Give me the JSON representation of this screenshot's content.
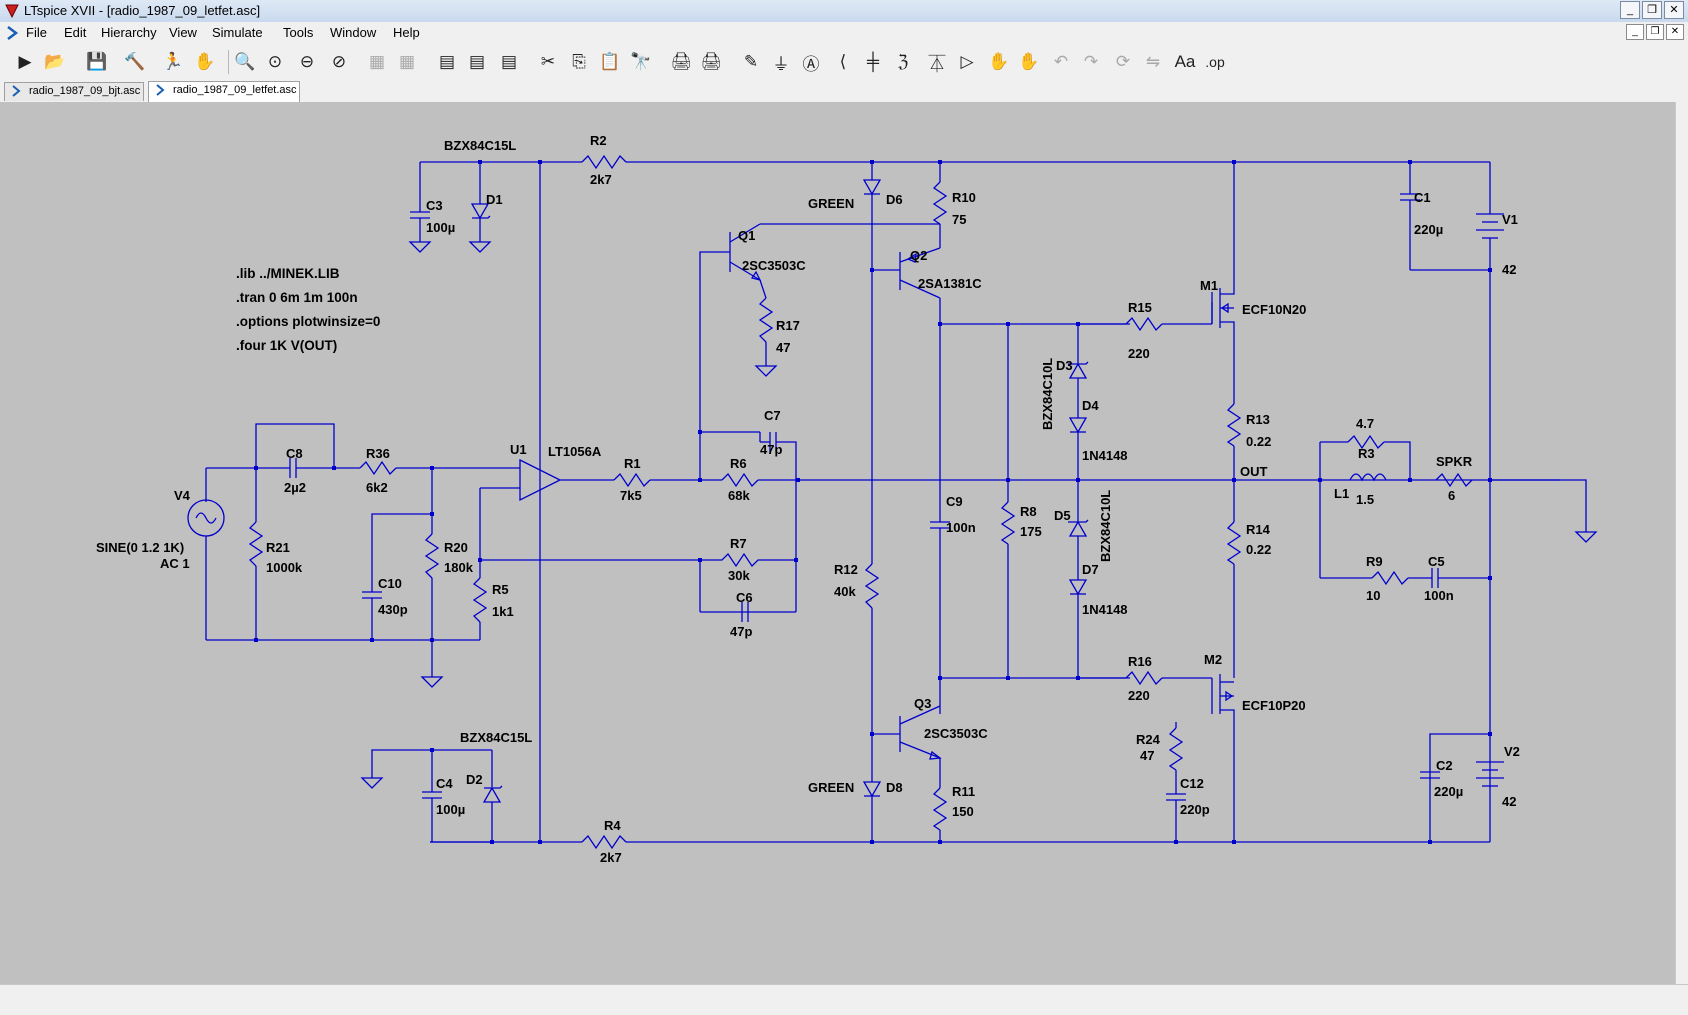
{
  "window": {
    "title": "LTspice XVII - [radio_1987_09_letfet.asc]"
  },
  "menu": [
    "File",
    "Edit",
    "Hierarchy",
    "View",
    "Simulate",
    "Tools",
    "Window",
    "Help"
  ],
  "tabs": [
    {
      "label": "radio_1987_09_bjt.asc",
      "active": false
    },
    {
      "label": "radio_1987_09_letfet.asc",
      "active": true
    }
  ],
  "directives": [
    ".lib ../MINEK.LIB",
    ".tran 0 6m 1m 100n",
    ".options plotwinsize=0",
    ".four 1K V(OUT)"
  ],
  "components": [
    {
      "ref": "R2",
      "value": "2k7"
    },
    {
      "ref": "D1",
      "value": "BZX84C15L"
    },
    {
      "ref": "C3",
      "value": "100µ"
    },
    {
      "ref": "D6",
      "value": "GREEN"
    },
    {
      "ref": "R10",
      "value": "75"
    },
    {
      "ref": "Q1",
      "value": "2SC3503C"
    },
    {
      "ref": "Q2",
      "value": "2SA1381C"
    },
    {
      "ref": "R17",
      "value": "47"
    },
    {
      "ref": "C1",
      "value": "220µ"
    },
    {
      "ref": "V1",
      "value": "42"
    },
    {
      "ref": "M1",
      "value": "ECF10N20"
    },
    {
      "ref": "R15",
      "value": "220"
    },
    {
      "ref": "D3",
      "value": "BZX84C10L"
    },
    {
      "ref": "D4",
      "value": "1N4148"
    },
    {
      "ref": "R13",
      "value": "0.22"
    },
    {
      "ref": "C7",
      "value": "47p"
    },
    {
      "ref": "V4",
      "value": "SINE(0 1.2 1K)",
      "value2": "AC 1"
    },
    {
      "ref": "C8",
      "value": "2µ2"
    },
    {
      "ref": "R36",
      "value": "6k2"
    },
    {
      "ref": "U1",
      "value": "LT1056A"
    },
    {
      "ref": "R1",
      "value": "7k5"
    },
    {
      "ref": "R6",
      "value": "68k"
    },
    {
      "ref": "R3",
      "value": "4.7"
    },
    {
      "ref": "L1",
      "value": "1.5"
    },
    {
      "ref": "SPKR",
      "value": "6"
    },
    {
      "ref": "R21",
      "value": "1000k"
    },
    {
      "ref": "R20",
      "value": "180k"
    },
    {
      "ref": "C10",
      "value": "430p"
    },
    {
      "ref": "R5",
      "value": "1k1"
    },
    {
      "ref": "R7",
      "value": "30k"
    },
    {
      "ref": "C6",
      "value": "47p"
    },
    {
      "ref": "C9",
      "value": "100n"
    },
    {
      "ref": "R8",
      "value": "175"
    },
    {
      "ref": "D5",
      "value": "BZX84C10L"
    },
    {
      "ref": "D7",
      "value": "1N4148"
    },
    {
      "ref": "R14",
      "value": "0.22"
    },
    {
      "ref": "R9",
      "value": "10"
    },
    {
      "ref": "C5",
      "value": "100n"
    },
    {
      "ref": "R12",
      "value": "40k"
    },
    {
      "ref": "R16",
      "value": "220"
    },
    {
      "ref": "M2",
      "value": "ECF10P20"
    },
    {
      "ref": "Q3",
      "value": "2SC3503C"
    },
    {
      "ref": "R24",
      "value": "47"
    },
    {
      "ref": "C12",
      "value": "220p"
    },
    {
      "ref": "D2",
      "value": "BZX84C15L"
    },
    {
      "ref": "C4",
      "value": "100µ"
    },
    {
      "ref": "D8",
      "value": "GREEN"
    },
    {
      "ref": "R11",
      "value": "150"
    },
    {
      "ref": "C2",
      "value": "220µ"
    },
    {
      "ref": "V2",
      "value": "42"
    },
    {
      "ref": "R4",
      "value": "2k7"
    }
  ],
  "net_labels": {
    "out": "OUT"
  },
  "colors": {
    "wire": "#0000cc",
    "canvas": "#c0c0c0",
    "text": "#000000"
  },
  "icons": [
    "run-icon",
    "open-icon",
    "save-icon",
    "control-panel-icon",
    "halt-icon",
    "pan-icon",
    "zoom-in-icon",
    "zoom-full-icon",
    "zoom-out-icon",
    "zoom-cancel-icon",
    "tile-h-icon",
    "tile-v-icon",
    "cascade-icon",
    "window-icon",
    "window2-icon",
    "window3-icon",
    "cut-icon",
    "copy-icon",
    "paste-icon",
    "find-icon",
    "print-icon",
    "print-setup-icon",
    "draw-wire-icon",
    "ground-icon",
    "label-net-icon",
    "resistor-icon",
    "capacitor-icon",
    "inductor-icon",
    "diode-icon",
    "component-icon",
    "move-icon",
    "drag-icon",
    "undo-icon",
    "redo-icon",
    "rotate-icon",
    "mirror-icon",
    "text-icon",
    "spice-directive-icon"
  ]
}
